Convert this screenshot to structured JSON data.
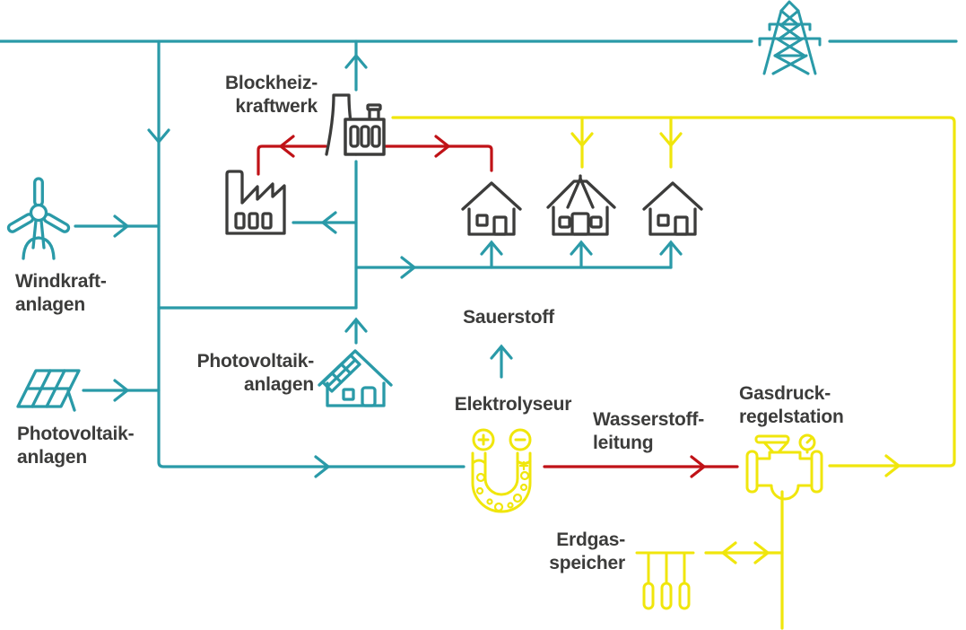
{
  "diagram_type": "power-to-gas energy flow schematic",
  "colors": {
    "electricity": "#2A9AA8",
    "gas": "#F0E60C",
    "heat": "#C01217",
    "text": "#3C3C3B",
    "background": "#FFFFFF"
  },
  "labels": {
    "bhkw": {
      "line1": "Blockheiz-",
      "line2": "kraftwerk"
    },
    "windkraft": {
      "line1": "Windkraft-",
      "line2": "anlagen"
    },
    "photovoltaik_left": {
      "line1": "Photovoltaik-",
      "line2": "anlagen"
    },
    "photovoltaik_right": {
      "line1": "Photovoltaik-",
      "line2": "anlagen"
    },
    "sauerstoff": {
      "line1": "Sauerstoff"
    },
    "elektrolyseur": {
      "line1": "Elektrolyseur"
    },
    "wasserstoffleitung": {
      "line1": "Wasserstoff-",
      "line2": "leitung"
    },
    "gasdruckregelstation": {
      "line1": "Gasdruck-",
      "line2": "regelstation"
    },
    "erdgasspeicher": {
      "line1": "Erdgas-",
      "line2": "speicher"
    }
  },
  "icons": {
    "pylon": "electricity transmission tower (teal)",
    "wind_turbine": "wind turbine (teal)",
    "solar_panel": "photovoltaic panel (teal)",
    "solar_house": "house with rooftop photovoltaics (teal)",
    "chp_plant": "combined heat and power plant (dark gray)",
    "factory": "industrial consumer factory (dark gray)",
    "house_small_1": "residential house (dark gray)",
    "house_large": "large residential house (dark gray)",
    "house_small_2": "residential house (dark gray)",
    "electrolyzer": "electrolyzer U-tube with + and - electrodes (yellow)",
    "pressure_valve": "gas pressure regulating valve with gauge (yellow)",
    "gas_storage": "underground natural gas storage caverns (yellow)"
  }
}
